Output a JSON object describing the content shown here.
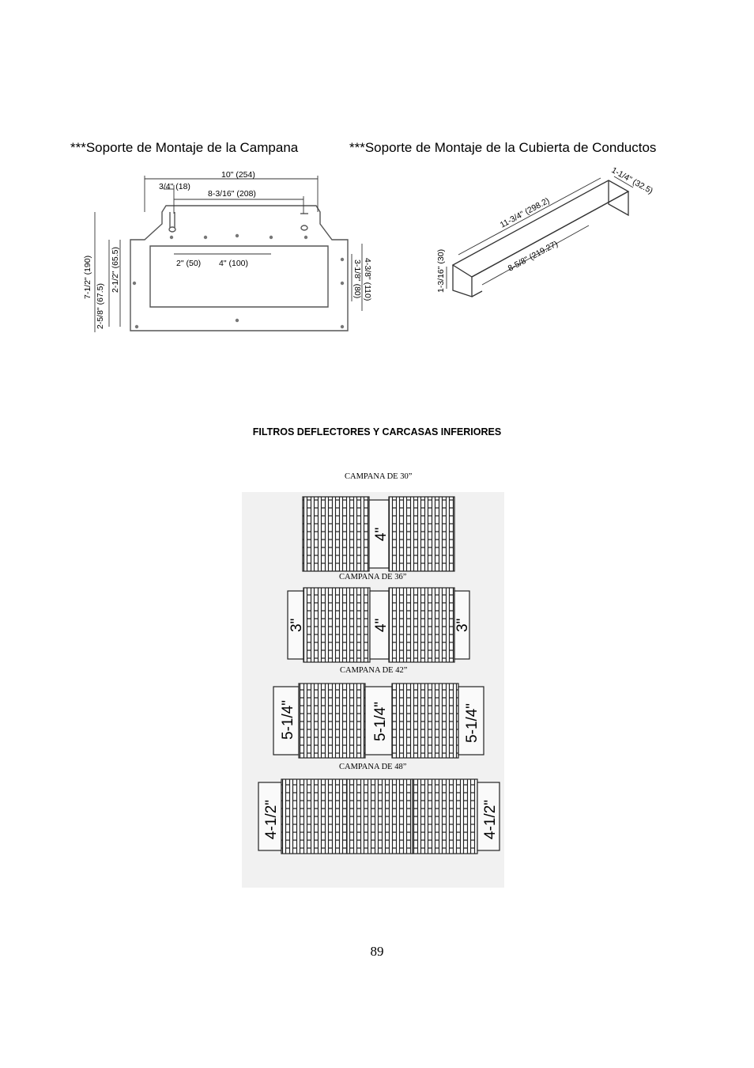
{
  "headings": {
    "left": "***Soporte de Montaje de la Campana",
    "right": "***Soporte de Montaje de la Cubierta de Conductos"
  },
  "hood_bracket": {
    "dim_width": "10\" (254)",
    "dim_slot_offset": "3/4\" (18)",
    "dim_slot_span": "8-3/16\" (208)",
    "dim_hole_a": "2\" (50)",
    "dim_hole_b": "4\" (100)",
    "dim_height": "7-1/2\" (190)",
    "dim_lower": "2-5/8\" (67.5)",
    "dim_mid": "2-1/2\" (65.5)",
    "dim_right_inner": "3-1/8\" (80)",
    "dim_right_outer": "4-3/8\" (110)"
  },
  "duct_bracket": {
    "dim_flange": "1-1/4\" (32.5)",
    "dim_length": "11-3/4\" (298.2)",
    "dim_hole_span": "8-5/8\" (219.27)",
    "dim_height": "1-3/16\" (30)"
  },
  "section_title": "FILTROS DEFLECTORES Y CARCASAS INFERIORES",
  "hoods": [
    {
      "caption": "CAMPANA DE 30”",
      "side_label": "",
      "center_label": "4\""
    },
    {
      "caption": "CAMPANA DE 36”",
      "side_label": "3\"",
      "center_label": "4\""
    },
    {
      "caption": "CAMPANA DE 42”",
      "side_label": "5-1/4\"",
      "center_label": "5-1/4\""
    },
    {
      "caption": "CAMPANA DE 48”",
      "side_label": "4-1/2\"",
      "center_label": ""
    }
  ],
  "page_number": "89"
}
